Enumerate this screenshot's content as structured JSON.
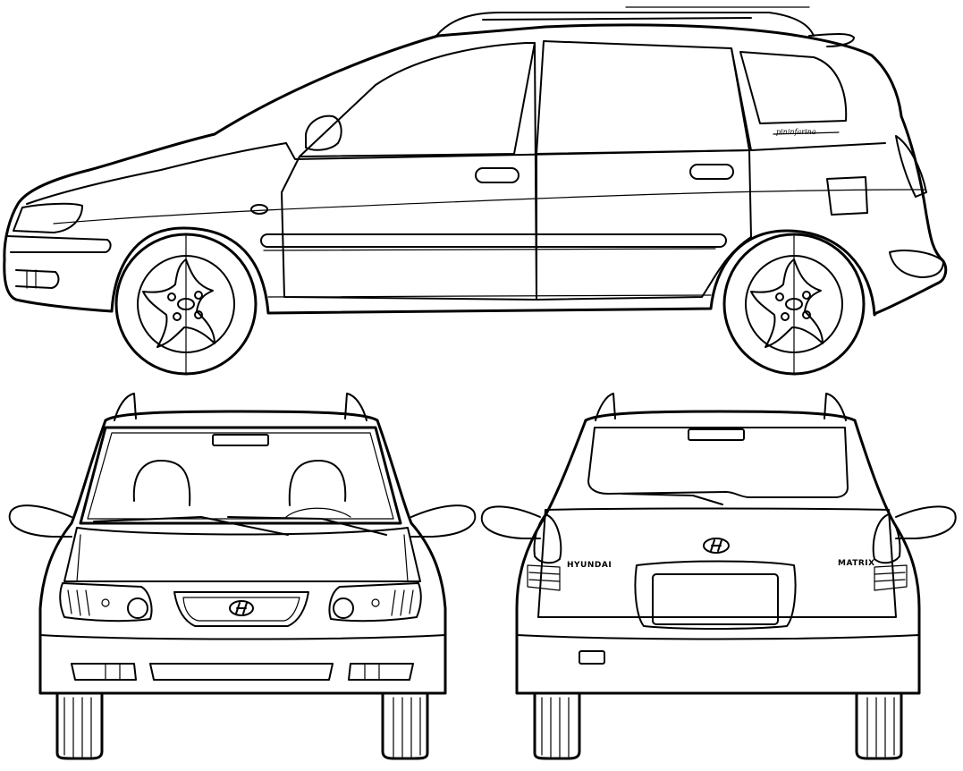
{
  "side_view": {
    "script_badge": "pininfarina"
  },
  "rear_view": {
    "brand_badge": "HYUNDAI",
    "model_badge": "MATRIX"
  },
  "colors": {
    "line": "#000000",
    "background": "#ffffff"
  }
}
